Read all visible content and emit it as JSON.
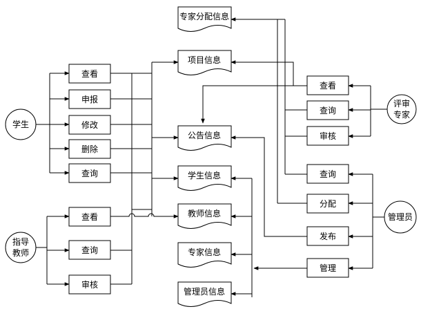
{
  "actors": {
    "student": "学生",
    "teacher_line1": "指导",
    "teacher_line2": "教师",
    "expert_line1": "评审",
    "expert_line2": "专家",
    "admin": "管理员"
  },
  "student_actions": [
    "查看",
    "申报",
    "修改",
    "删除",
    "查询"
  ],
  "teacher_actions": [
    "查看",
    "查询",
    "审核"
  ],
  "expert_actions": [
    "查看",
    "查询",
    "审核"
  ],
  "admin_actions": [
    "查询",
    "分配",
    "发布",
    "管理"
  ],
  "documents": {
    "expert_assignment": "专家分配信息",
    "project": "项目信息",
    "announcement": "公告信息",
    "student": "学生信息",
    "teacher": "教师信息",
    "expert": "专家信息",
    "admin": "管理员信息"
  }
}
